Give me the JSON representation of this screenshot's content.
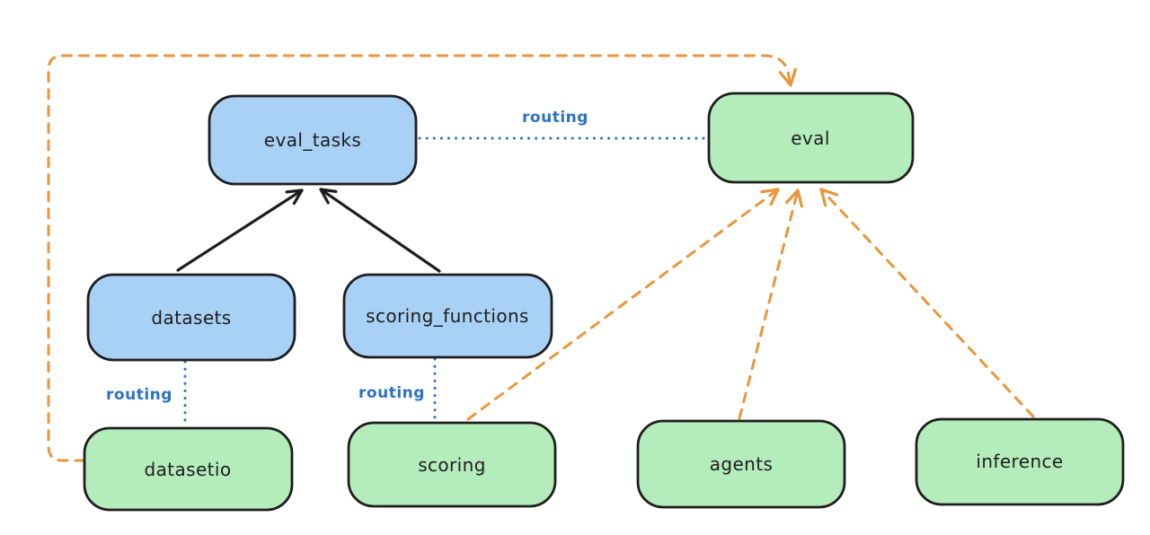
{
  "diagram": {
    "background": "#ffffff",
    "colors": {
      "node_border": "#1e1e1e",
      "node_text": "#1e1e1e",
      "api_node_fill": "#a8d1f5",
      "provider_node_fill": "#b4ecbc",
      "routing_line": "#2b72c4",
      "routing_text": "#2b72c4",
      "dashed_arrow": "#e8973c",
      "solid_arrow": "#1e1e1e"
    },
    "nodes": [
      {
        "id": "eval_tasks",
        "label": "eval_tasks",
        "fill": "#a8d1f5"
      },
      {
        "id": "eval",
        "label": "eval",
        "fill": "#b4ecbc"
      },
      {
        "id": "datasets",
        "label": "datasets",
        "fill": "#a8d1f5"
      },
      {
        "id": "scoring_functions",
        "label": "scoring_functions",
        "fill": "#a8d1f5"
      },
      {
        "id": "datasetio",
        "label": "datasetio",
        "fill": "#b4ecbc"
      },
      {
        "id": "scoring",
        "label": "scoring",
        "fill": "#b4ecbc"
      },
      {
        "id": "agents",
        "label": "agents",
        "fill": "#b4ecbc"
      },
      {
        "id": "inference",
        "label": "inference",
        "fill": "#b4ecbc"
      }
    ],
    "edges": [
      {
        "from": "datasets",
        "to": "eval_tasks",
        "style": "solid-arrow",
        "label": ""
      },
      {
        "from": "scoring_functions",
        "to": "eval_tasks",
        "style": "solid-arrow",
        "label": ""
      },
      {
        "from": "eval_tasks",
        "to": "eval",
        "style": "dotted",
        "label": "routing"
      },
      {
        "from": "datasets",
        "to": "datasetio",
        "style": "dotted",
        "label": "routing"
      },
      {
        "from": "scoring_functions",
        "to": "scoring",
        "style": "dotted",
        "label": "routing"
      },
      {
        "from": "datasetio",
        "to": "eval",
        "style": "dashed-arrow",
        "label": ""
      },
      {
        "from": "scoring",
        "to": "eval",
        "style": "dashed-arrow",
        "label": ""
      },
      {
        "from": "agents",
        "to": "eval",
        "style": "dashed-arrow",
        "label": ""
      },
      {
        "from": "inference",
        "to": "eval",
        "style": "dashed-arrow",
        "label": ""
      }
    ]
  }
}
